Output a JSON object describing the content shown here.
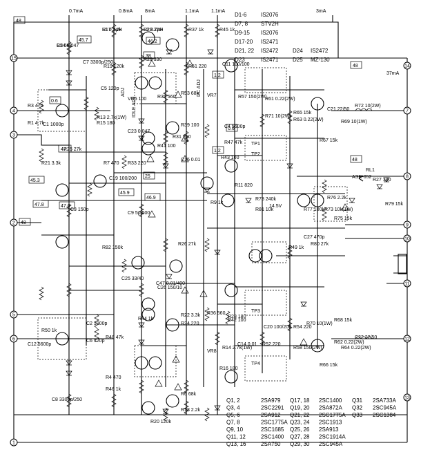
{
  "schematic": {
    "box_labels": {
      "b48a": "48",
      "b48b": "48",
      "b38": "38",
      "b457": "45.7",
      "b462": "46.2",
      "b06": "0.6",
      "b47": "47",
      "b12": "1.2",
      "b06b": "0.6",
      "b12b": "1.2",
      "b453": "45.3",
      "b459": "45.9",
      "b469": "46.9",
      "b25": "25",
      "b478": "47.8",
      "b476": "47.6",
      "b48c": "48",
      "b48d": "48"
    },
    "currents": [
      "0.7mA",
      "0.8mA",
      "8mA",
      "1.1mA",
      "1.1mA",
      "3mA",
      "37mA"
    ],
    "terminals": [
      "1",
      "2",
      "3",
      "4",
      "5",
      "6",
      "7",
      "8",
      "9",
      "10",
      "11",
      "12",
      "13",
      "14",
      "15"
    ],
    "components": [
      {
        "id": "R5",
        "v": "68k"
      },
      {
        "id": "R17",
        "v": "2.2k"
      },
      {
        "id": "R23",
        "v": "220"
      },
      {
        "id": "R37",
        "v": "1k"
      },
      {
        "id": "R45",
        "v": "1k"
      },
      {
        "id": "R29",
        "v": "330"
      },
      {
        "id": "R51",
        "v": "220"
      },
      {
        "id": "C7",
        "v": "3300p/250"
      },
      {
        "id": "R19",
        "v": "120k"
      },
      {
        "id": "C5",
        "v": "120p"
      },
      {
        "id": "R3",
        "v": "470"
      },
      {
        "id": "R1",
        "v": "4.7k"
      },
      {
        "id": "C1",
        "v": "1000p"
      },
      {
        "id": "R13",
        "v": "2.7k(1W)"
      },
      {
        "id": "R15",
        "v": "180"
      },
      {
        "id": "R35",
        "v": "560"
      },
      {
        "id": "VR5",
        "v": "100"
      },
      {
        "id": "C11",
        "v": "100/100"
      },
      {
        "id": "R57",
        "v": "150(2W)"
      },
      {
        "id": "R61",
        "v": "0.22(2W)"
      },
      {
        "id": "R65",
        "v": "15k"
      },
      {
        "id": "C21",
        "v": "22/50"
      },
      {
        "id": "R69",
        "v": "10(1W)"
      },
      {
        "id": "R71",
        "v": "10(2W)"
      },
      {
        "id": "R63",
        "v": "0.22(2W)"
      },
      {
        "id": "R67",
        "v": "15k"
      },
      {
        "id": "C23",
        "v": "0.047"
      },
      {
        "id": "C4",
        "v": "5600p"
      },
      {
        "id": "R47",
        "v": "47k"
      },
      {
        "id": "R53",
        "v": "68k"
      },
      {
        "id": "R39",
        "v": "100"
      },
      {
        "id": "R41",
        "v": "100"
      },
      {
        "id": "R31",
        "v": "560"
      },
      {
        "id": "C15",
        "v": "0.01"
      },
      {
        "id": "R43",
        "v": "100"
      },
      {
        "id": "R33",
        "v": "220"
      },
      {
        "id": "C19",
        "v": "100/200"
      },
      {
        "id": "R25",
        "v": "27k"
      },
      {
        "id": "R21",
        "v": "3.3k"
      },
      {
        "id": "R7",
        "v": "470"
      },
      {
        "id": "C3",
        "v": "150p"
      },
      {
        "id": "C9",
        "v": "5p/500"
      },
      {
        "id": "R9",
        "v": "1k"
      },
      {
        "id": "R11",
        "v": "820"
      },
      {
        "id": "R27",
        "v": "180"
      },
      {
        "id": "R49",
        "v": "1k"
      },
      {
        "id": "C27",
        "v": "470p"
      },
      {
        "id": "R73",
        "v": "10k(1W)"
      },
      {
        "id": "R75",
        "v": "15k"
      },
      {
        "id": "R76",
        "v": "2.2k"
      },
      {
        "id": "R77",
        "v": "100k"
      },
      {
        "id": "R78",
        "v": "240k"
      },
      {
        "id": "R79",
        "v": "15k"
      },
      {
        "id": "R80",
        "v": "27k"
      },
      {
        "id": "R81",
        "v": "10k"
      },
      {
        "id": "R82",
        "v": "150k"
      },
      {
        "id": "C47",
        "v": "0.01/400"
      },
      {
        "id": "C25",
        "v": "33/40"
      },
      {
        "id": "C26",
        "v": "150/10"
      },
      {
        "id": "R22",
        "v": "3.3k"
      },
      {
        "id": "R24",
        "v": "220"
      },
      {
        "id": "R26",
        "v": "27k"
      },
      {
        "id": "R28",
        "v": "180"
      },
      {
        "id": "R36",
        "v": "560"
      },
      {
        "id": "R42",
        "v": "100"
      },
      {
        "id": "R44",
        "v": "1k"
      },
      {
        "id": "R46",
        "v": "1k"
      },
      {
        "id": "R48",
        "v": "47k"
      },
      {
        "id": "R50",
        "v": "1k"
      },
      {
        "id": "C12",
        "v": "5600p"
      },
      {
        "id": "C8",
        "v": "3300p/250"
      },
      {
        "id": "C6",
        "v": "120p"
      },
      {
        "id": "C2",
        "v": "1000p"
      },
      {
        "id": "R4",
        "v": "470"
      },
      {
        "id": "R6",
        "v": "68k"
      },
      {
        "id": "R14",
        "v": "2.7k(1W)"
      },
      {
        "id": "R16",
        "v": "180"
      },
      {
        "id": "R18",
        "v": "2.2k"
      },
      {
        "id": "R20",
        "v": "120k"
      },
      {
        "id": "C14",
        "v": "0.01"
      },
      {
        "id": "C20",
        "v": "100/200"
      },
      {
        "id": "R52",
        "v": "220"
      },
      {
        "id": "R54",
        "v": "220"
      },
      {
        "id": "R58",
        "v": "150(2W)"
      },
      {
        "id": "R62",
        "v": "0.22(2W)"
      },
      {
        "id": "R64",
        "v": "0.22(2W)"
      },
      {
        "id": "R66",
        "v": "15k"
      },
      {
        "id": "R68",
        "v": "15k"
      },
      {
        "id": "R70",
        "v": "10(1W)"
      },
      {
        "id": "R72",
        "v": "10(2W)"
      },
      {
        "id": "C22",
        "v": "22/50"
      },
      {
        "id": "C24",
        "v": "0.047"
      },
      {
        "id": "L1",
        "v": "0.7μH"
      },
      {
        "id": "L2",
        "v": "0.7μH"
      }
    ],
    "plate_labels": [
      "TP1",
      "TP2",
      "TP3",
      "TP4"
    ],
    "misc_labels": [
      "ADJ",
      "IDLE ADJ",
      "DC ADJ",
      "VR7",
      "VR8",
      "RL1",
      "ASR-052",
      "14.5V"
    ]
  },
  "legend_diodes": [
    [
      "D1-6",
      "IS2076"
    ],
    [
      "D7, 8",
      "STV2H"
    ],
    [
      "D9-15",
      "IS2076"
    ],
    [
      "D17-20",
      "IS2471"
    ],
    [
      "D21, 22",
      "IS2472"
    ],
    [
      "D23",
      "IS2471"
    ],
    [
      "D24",
      "IS2472"
    ],
    [
      "D25",
      "MZ-130"
    ]
  ],
  "legend_transistors": [
    [
      "Q1, 2",
      "2SA979"
    ],
    [
      "Q3, 4",
      "2SC2291"
    ],
    [
      "Q5, 6",
      "2SA912"
    ],
    [
      "Q7, 8",
      "2SC1775A"
    ],
    [
      "Q9, 10",
      "2SC1685"
    ],
    [
      "Q11, 12",
      "2SC1400"
    ],
    [
      "Q13, 16",
      "2SA750"
    ],
    [
      "Q17, 18",
      "2SC1400"
    ],
    [
      "Q19, 20",
      "2SA872A"
    ],
    [
      "Q21, 22",
      "2SC1775A"
    ],
    [
      "Q23, 24",
      "2SC1913"
    ],
    [
      "Q25, 26",
      "2SA913"
    ],
    [
      "Q27, 28",
      "2SC1914A"
    ],
    [
      "Q29, 30",
      "2SC945A"
    ],
    [
      "Q31",
      "2SA733A"
    ],
    [
      "Q32",
      "2SC945A"
    ],
    [
      "Q33",
      "2SC1384"
    ]
  ]
}
